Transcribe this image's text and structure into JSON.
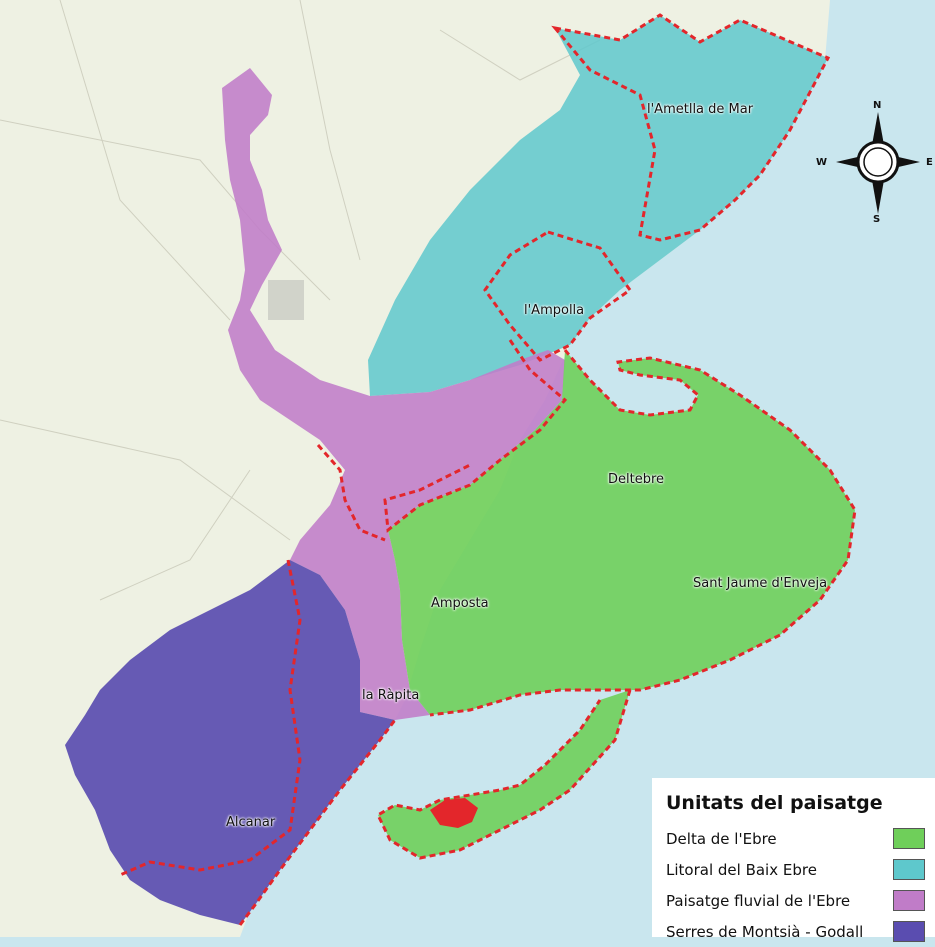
{
  "colors": {
    "sea": "#c9e6ee",
    "land": "#eef1e3",
    "delta": "#6fcf5a",
    "litoral": "#5ec8cc",
    "fluvial": "#c07cc8",
    "serres": "#5a4db0",
    "boundary": "#e3262b"
  },
  "places": {
    "ametlla": "l'Ametlla de Mar",
    "ampolla": "l'Ampolla",
    "deltebre": "Deltebre",
    "sant_jaume": "Sant Jaume d'Enveja",
    "amposta": "Amposta",
    "rapita": "la Ràpita",
    "alcanar": "Alcanar"
  },
  "compass": {
    "n": "N",
    "s": "S",
    "e": "E",
    "w": "W"
  },
  "legend": {
    "title": "Unitats del paisatge",
    "items": [
      {
        "label": "Delta de l'Ebre",
        "color": "#6fcf5a"
      },
      {
        "label": "Litoral del Baix Ebre",
        "color": "#5ec8cc"
      },
      {
        "label": "Paisatge fluvial de l'Ebre",
        "color": "#c07cc8"
      },
      {
        "label": "Serres de Montsià - Godall",
        "color": "#5a4db0"
      }
    ]
  }
}
